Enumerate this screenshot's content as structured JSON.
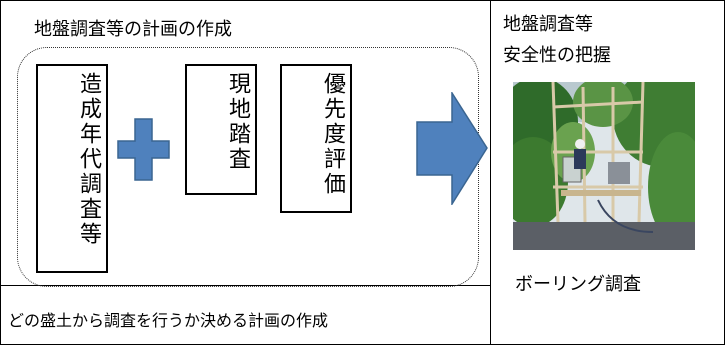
{
  "left_panel": {
    "title": "地盤調査等の計画の作成",
    "box_construction_age": "造成年代調査等",
    "box_site_survey": "現地踏査",
    "box_priority": "優先度評価"
  },
  "right_panel": {
    "title_line1": "地盤調査等",
    "title_line2": "安全性の把握",
    "photo_caption": "ボーリング調査"
  },
  "footer": {
    "caption": "どの盛土から調査を行うか決める計画の作成"
  },
  "colors": {
    "shape_fill": "#4f81bd",
    "shape_stroke": "#3a6591"
  },
  "icons": {
    "plus": "plus-icon",
    "arrow": "right-arrow-icon"
  }
}
